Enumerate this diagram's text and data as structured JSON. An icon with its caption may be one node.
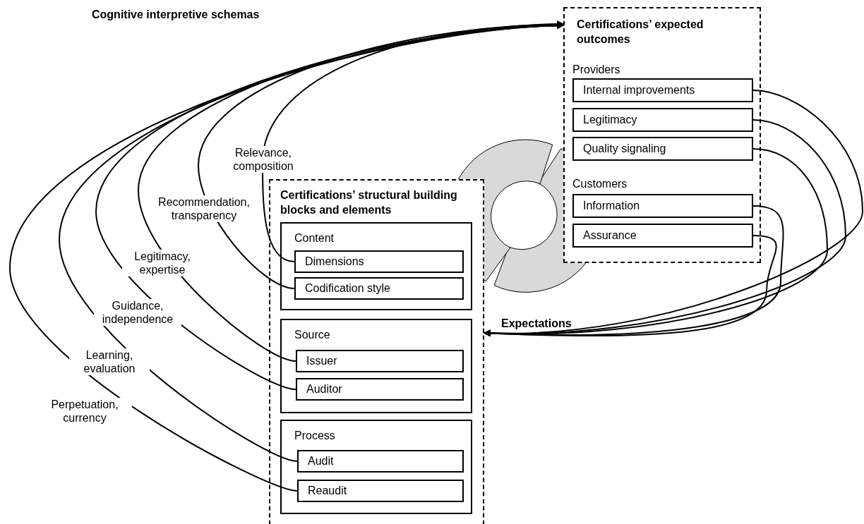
{
  "diagram": {
    "nodes": [
      {
        "text": [
          "Certifications’ structural building blocks and elements"
        ]
      },
      {
        "text": [
          "Content"
        ],
        "in": 0
      },
      {
        "text": [
          "Dimensions"
        ],
        "in": 1
      },
      {
        "text": [
          "Codification style"
        ],
        "in": 1
      },
      {
        "text": [
          "Source"
        ],
        "in": 0
      },
      {
        "text": [
          "Issuer"
        ],
        "in": 4
      },
      {
        "text": [
          "Auditor"
        ],
        "in": 4
      },
      {
        "text": [
          "Process"
        ],
        "in": 0
      },
      {
        "text": [
          "Audit"
        ],
        "in": 7
      },
      {
        "text": [
          "Reaudit"
        ],
        "in": 7
      },
      {
        "text": [
          "Certifications’ expected outcomes",
          "Providers",
          "Customers"
        ]
      },
      {
        "text": [
          "Internal improvements"
        ],
        "in": 10
      },
      {
        "text": [
          "Legitimacy"
        ],
        "in": 10
      },
      {
        "text": [
          "Quality signaling"
        ],
        "in": 10
      },
      {
        "text": [
          "Information"
        ],
        "in": 10
      },
      {
        "text": [
          "Assurance"
        ],
        "in": 10
      }
    ],
    "edges": [
      {
        "from": 2,
        "to": 10,
        "arrow": "to",
        "label": "Relevance, composition"
      },
      {
        "from": 3,
        "to": 10,
        "arrow": "to",
        "label": "Recommendation, transparency"
      },
      {
        "from": 5,
        "to": 10,
        "arrow": "to",
        "label": "Legitimacy, expertise"
      },
      {
        "from": 6,
        "to": 10,
        "arrow": "to",
        "label": "Guidance, independence"
      },
      {
        "from": 8,
        "to": 10,
        "arrow": "to",
        "label": "Learning, evaluation"
      },
      {
        "from": 9,
        "to": 10,
        "arrow": "to",
        "label": "Perpetuation, currency"
      },
      {
        "from": 11,
        "to": 0,
        "arrow": "to"
      },
      {
        "from": 12,
        "to": 0,
        "arrow": "to"
      },
      {
        "from": 13,
        "to": 0,
        "arrow": "to"
      },
      {
        "from": 14,
        "to": 0,
        "arrow": "to"
      },
      {
        "from": 15,
        "to": 0,
        "arrow": "to"
      }
    ],
    "labels": [
      "Cognitive interpretive schemas",
      "Expectations"
    ]
  }
}
